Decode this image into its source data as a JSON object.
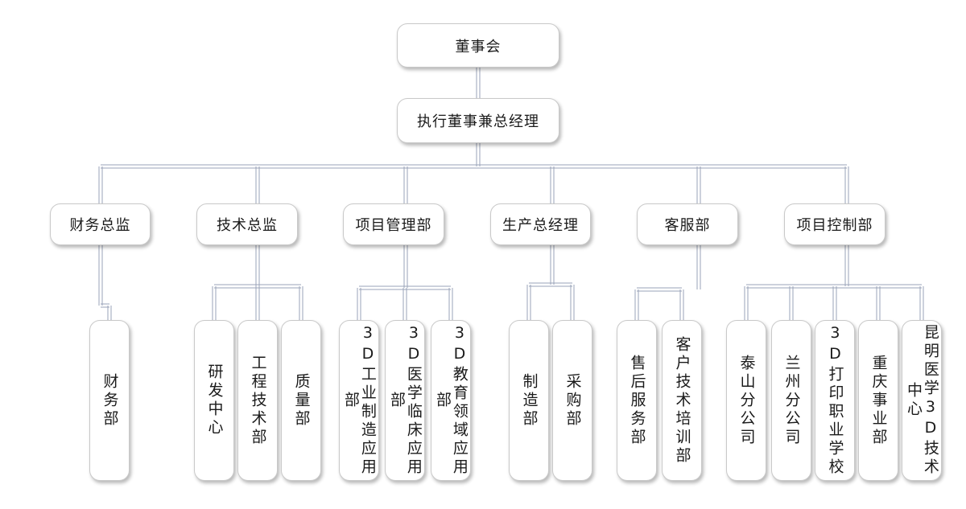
{
  "org_chart": {
    "board": "董事会",
    "executive": "执行董事兼总经理",
    "departments": [
      {
        "name": "财务总监",
        "children": [
          "财务部"
        ]
      },
      {
        "name": "技术总监",
        "children": [
          "研发中心",
          "工程技术部",
          "质量部"
        ]
      },
      {
        "name": "项目管理部",
        "children": [
          "3D工业制造应用部",
          "3D医学临床应用部",
          "3D教育领域应用部"
        ]
      },
      {
        "name": "生产总经理",
        "children": [
          "制造部",
          "采购部"
        ]
      },
      {
        "name": "客服部",
        "children": [
          "售后服务部",
          "客户技术培训部"
        ]
      },
      {
        "name": "项目控制部",
        "children": [
          "泰山分公司",
          "兰州分公司",
          "3D打印职业学校",
          "重庆事业部",
          "昆明医学3D技术中心"
        ]
      }
    ]
  },
  "colors": {
    "connector": "#9aa3b8",
    "box_border": "#c9c9c9",
    "box_fill": "#ffffff"
  }
}
